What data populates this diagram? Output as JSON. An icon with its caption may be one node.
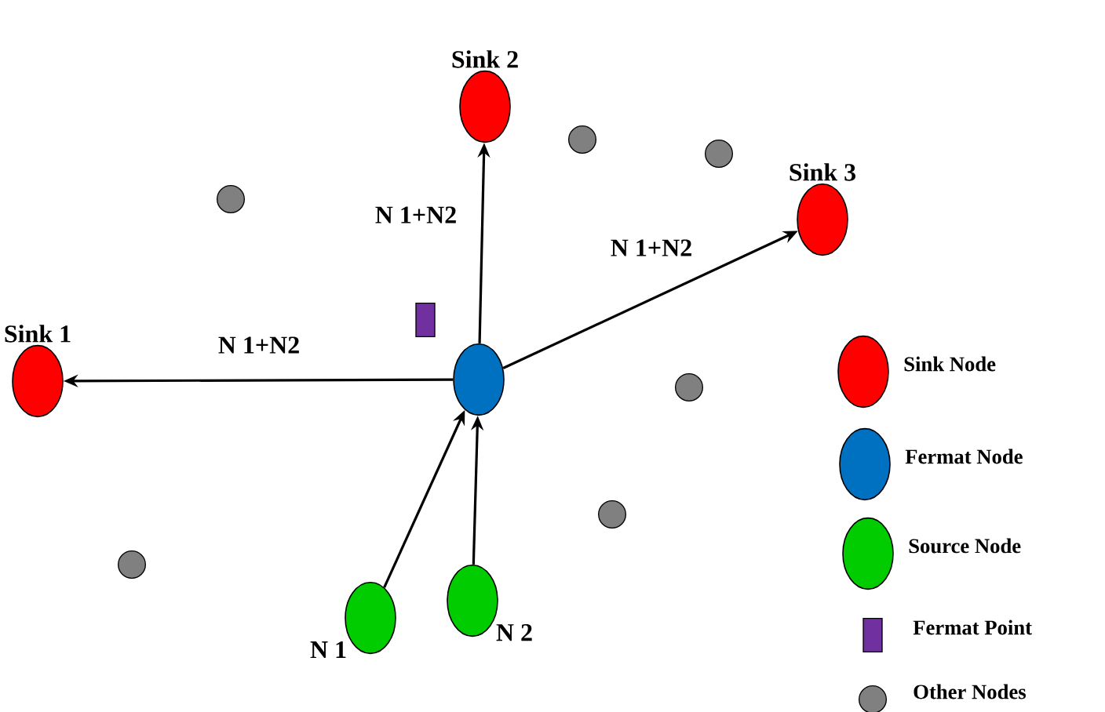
{
  "diagram": {
    "nodes": [
      {
        "text": [
          "Sink 2"
        ]
      },
      {
        "text": [
          "Sink 3"
        ]
      },
      {
        "text": [
          "Sink 1"
        ]
      },
      {
        "text": [],
        "shape": "circle"
      },
      {
        "text": [
          "N 1"
        ]
      },
      {
        "text": [
          "N 2"
        ]
      },
      {
        "text": [],
        "shape": "box"
      },
      {
        "text": [],
        "shape": "circle"
      },
      {
        "text": [],
        "shape": "circle"
      },
      {
        "text": [],
        "shape": "circle"
      },
      {
        "text": [],
        "shape": "circle"
      },
      {
        "text": [],
        "shape": "circle"
      },
      {
        "text": [],
        "shape": "circle"
      }
    ],
    "edges": [
      {
        "from": 3,
        "to": 0,
        "arrow": "to",
        "label": "N 1+N2"
      },
      {
        "from": 3,
        "to": 1,
        "arrow": "to",
        "label": "N 1+N2"
      },
      {
        "from": 3,
        "to": 2,
        "arrow": "to",
        "label": "N 1+N2"
      },
      {
        "from": 4,
        "to": 3,
        "arrow": "to"
      },
      {
        "from": 5,
        "to": 3,
        "arrow": "to"
      }
    ],
    "legend": [
      {
        "text": "Sink Node",
        "color": "#ff0000"
      },
      {
        "text": "Fermat Node",
        "color": "#0070c0"
      },
      {
        "text": "Source Node",
        "color": "#00cc00"
      },
      {
        "text": "Fermat Point",
        "color": "#7030a0"
      },
      {
        "text": "Other Nodes",
        "color": "#808080"
      }
    ]
  }
}
